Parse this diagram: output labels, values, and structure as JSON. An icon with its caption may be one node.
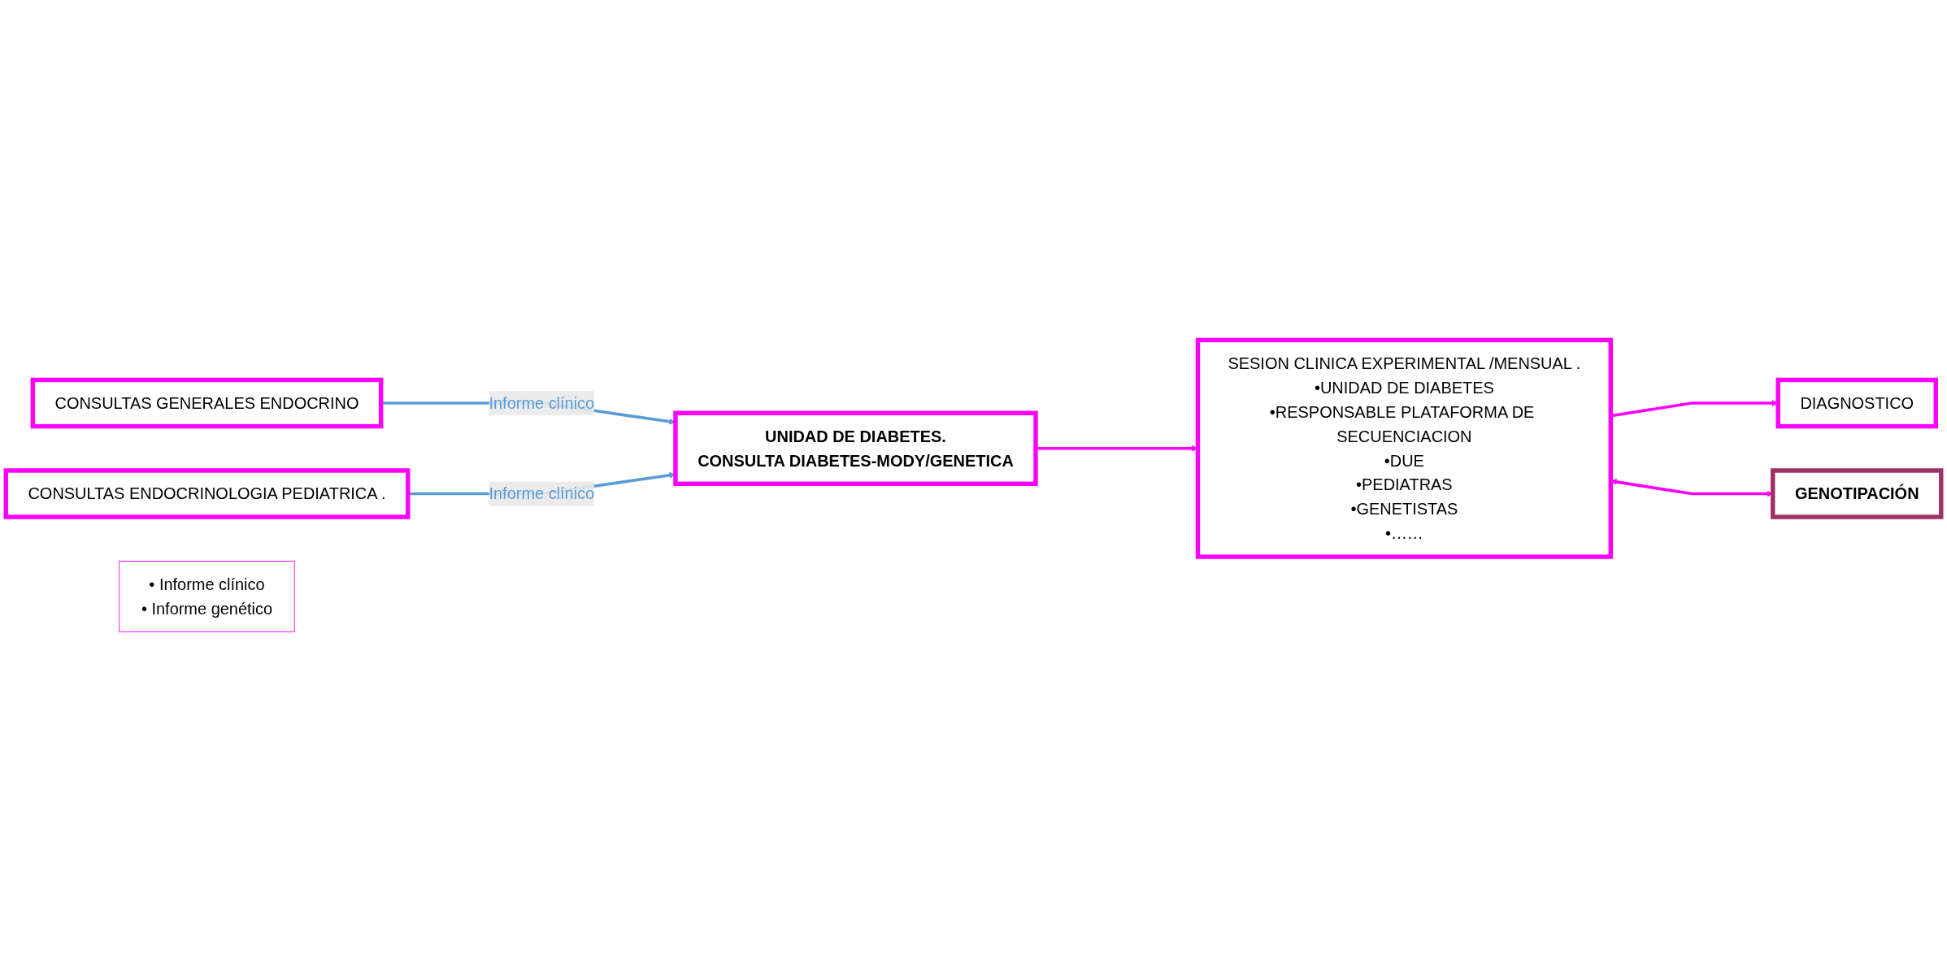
{
  "diagram": {
    "nodes": [
      {
        "text": [
          "CONSULTAS GENERALES ENDOCRINO"
        ]
      },
      {
        "text": [
          "UNIDAD DE DIABETES.",
          "CONSULTA DIABETES-MODY/GENETICA"
        ]
      },
      {
        "text": [
          "CONSULTAS ENDOCRINOLOGIA PEDIATRICA ."
        ]
      },
      {
        "text": [
          "SESION CLINICA EXPERIMENTAL /MENSUAL .",
          "•UNIDAD DE DIABETES",
          "•RESPONSABLE PLATAFORMA DE SECUENCIACION",
          "•DUE",
          "•PEDIATRAS",
          "•GENETISTAS",
          "•……"
        ]
      },
      {
        "text": [
          "DIAGNOSTICO"
        ]
      },
      {
        "text": [
          "• Informe clínico",
          "• Informe genético"
        ]
      },
      {
        "text": [
          "GENOTIPACIÓN"
        ]
      }
    ],
    "edges": [
      {
        "from": 0,
        "to": 1,
        "arrow": "to",
        "label": "Informe clínico",
        "color": "#5b9bd5"
      },
      {
        "from": 2,
        "to": 1,
        "arrow": "to",
        "label": "Informe clínico",
        "color": "#5b9bd5"
      },
      {
        "from": 1,
        "to": 3,
        "arrow": "to"
      },
      {
        "from": 3,
        "to": 4,
        "arrow": "to"
      },
      {
        "from": 3,
        "to": 6,
        "arrow": "both"
      }
    ]
  }
}
